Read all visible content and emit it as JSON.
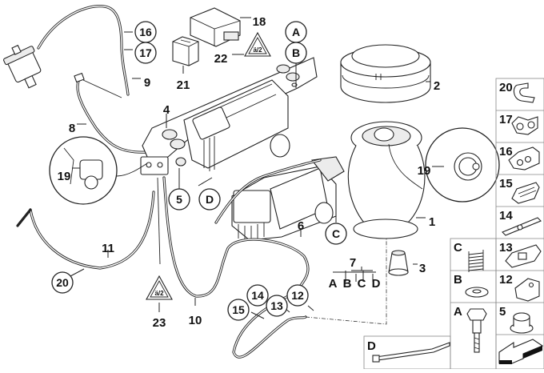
{
  "diagram": {
    "type": "exploded-parts-diagram",
    "subject": "air suspension compressor, air springs and pneumatic lines",
    "plain_labels": [
      {
        "id": "1",
        "text": "1"
      },
      {
        "id": "2",
        "text": "2"
      },
      {
        "id": "3",
        "text": "3"
      },
      {
        "id": "4",
        "text": "4"
      },
      {
        "id": "6",
        "text": "6"
      },
      {
        "id": "7",
        "text": "7"
      },
      {
        "id": "8",
        "text": "8"
      },
      {
        "id": "9",
        "text": "9"
      },
      {
        "id": "10",
        "text": "10"
      },
      {
        "id": "11",
        "text": "11"
      },
      {
        "id": "18",
        "text": "18"
      },
      {
        "id": "19a",
        "text": "19"
      },
      {
        "id": "19b",
        "text": "19"
      },
      {
        "id": "21",
        "text": "21"
      },
      {
        "id": "22",
        "text": "22"
      },
      {
        "id": "23",
        "text": "23"
      }
    ],
    "circled_labels": [
      {
        "id": "16",
        "text": "16"
      },
      {
        "id": "17",
        "text": "17"
      },
      {
        "id": "A",
        "text": "A"
      },
      {
        "id": "B",
        "text": "B"
      },
      {
        "id": "5",
        "text": "5"
      },
      {
        "id": "D",
        "text": "D"
      },
      {
        "id": "C",
        "text": "C"
      },
      {
        "id": "20",
        "text": "20"
      },
      {
        "id": "14",
        "text": "14"
      },
      {
        "id": "13",
        "text": "13"
      },
      {
        "id": "12",
        "text": "12"
      },
      {
        "id": "15",
        "text": "15"
      }
    ],
    "kit_7": {
      "label": "7",
      "members": [
        "A",
        "B",
        "C",
        "D"
      ]
    },
    "parts_grid": {
      "right_column": [
        {
          "label": "20",
          "part": "hose clip"
        },
        {
          "label": "17",
          "part": "double line holder"
        },
        {
          "label": "16",
          "part": "line clamp with screw"
        },
        {
          "label": "15",
          "part": "line holder"
        },
        {
          "label": "14",
          "part": "bracket"
        },
        {
          "label": "13",
          "part": "multiple line holder"
        },
        {
          "label": "12",
          "part": "clip nut holder"
        },
        {
          "label": "5",
          "part": "collar nut"
        }
      ],
      "left_column": [
        {
          "label": "C",
          "part": "spring"
        },
        {
          "label": "B",
          "part": "washer"
        },
        {
          "label": "A",
          "part": "rubber mount stud"
        }
      ],
      "bottom": [
        {
          "label": "D",
          "part": "cable tie"
        }
      ],
      "nav_arrow": "direction-arrow-icon"
    },
    "warning_symbol_text": "ä/2"
  }
}
